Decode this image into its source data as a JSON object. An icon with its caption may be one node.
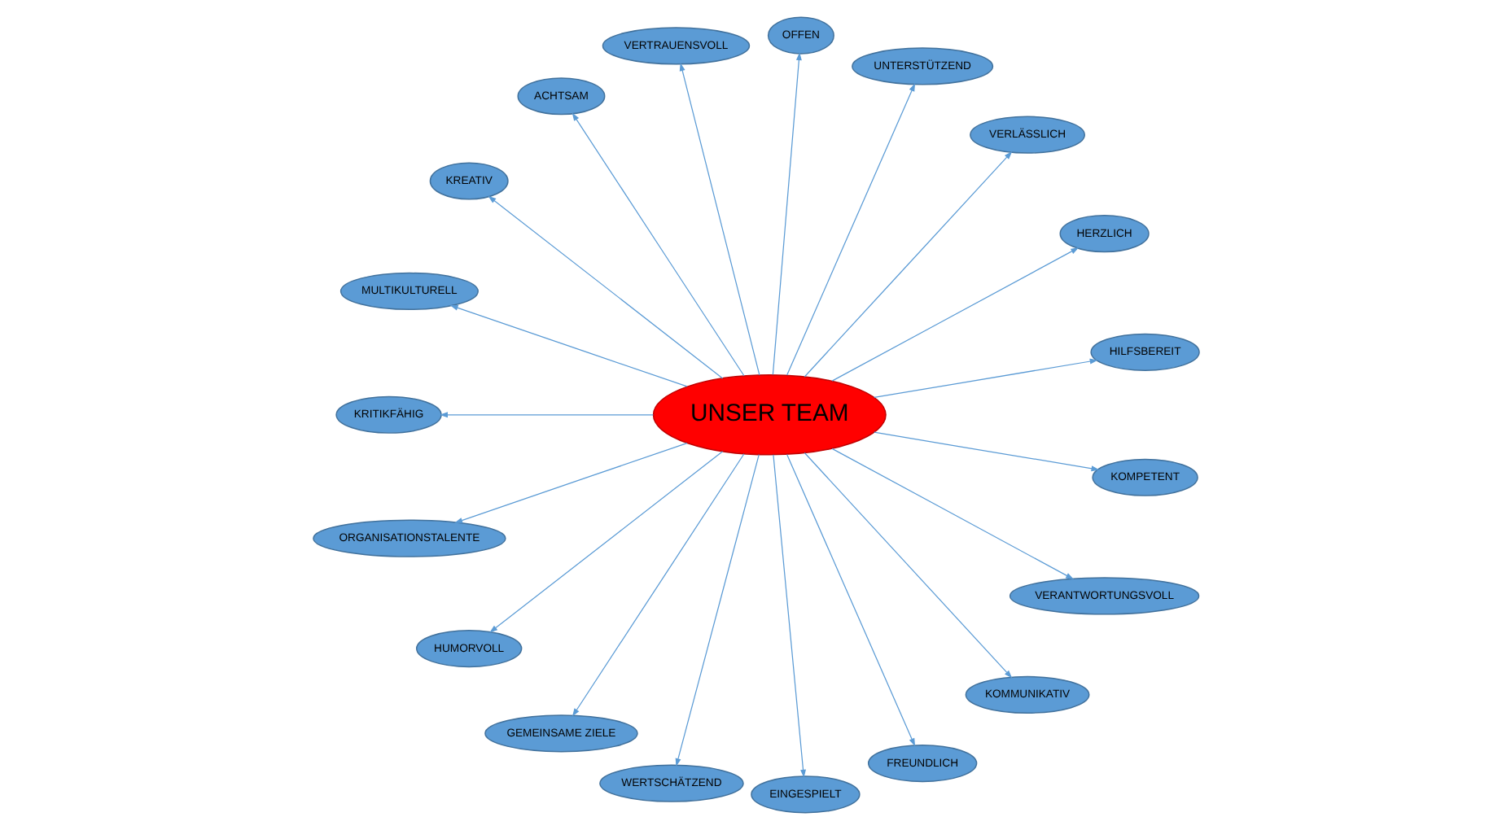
{
  "diagram": {
    "nodes": [
      {
        "text": [
          "UNSER TEAM"
        ]
      },
      {
        "text": [
          "HILFSBEREIT"
        ]
      },
      {
        "text": [
          "HERZLICH"
        ]
      },
      {
        "text": [
          "VERLÄSSLICH"
        ]
      },
      {
        "text": [
          "UNTERSTÜTZEND"
        ]
      },
      {
        "text": [
          "OFFEN"
        ]
      },
      {
        "text": [
          "VERTRAUENSVOLL"
        ]
      },
      {
        "text": [
          "ACHTSAM"
        ]
      },
      {
        "text": [
          "KREATIV"
        ]
      },
      {
        "text": [
          "MULTIKULTURELL"
        ]
      },
      {
        "text": [
          "KRITIKFÄHIG"
        ]
      },
      {
        "text": [
          "ORGANISATIONSTALENTE"
        ]
      },
      {
        "text": [
          "HUMORVOLL"
        ]
      },
      {
        "text": [
          "GEMEINSAME ZIELE"
        ]
      },
      {
        "text": [
          "WERTSCHÄTZEND"
        ]
      },
      {
        "text": [
          "EINGESPIELT"
        ]
      },
      {
        "text": [
          "FREUNDLICH"
        ]
      },
      {
        "text": [
          "KOMMUNIKATIV"
        ]
      },
      {
        "text": [
          "VERANTWORTUNGSVOLL"
        ]
      },
      {
        "text": [
          "KOMPETENT"
        ]
      }
    ],
    "edges": [
      {
        "from": 0,
        "to": 5,
        "arrow": "to"
      },
      {
        "from": 0,
        "to": 1,
        "arrow": "to"
      },
      {
        "from": 0,
        "to": 2,
        "arrow": "to"
      },
      {
        "from": 0,
        "to": 3,
        "arrow": "to"
      },
      {
        "from": 0,
        "to": 7,
        "arrow": "to"
      },
      {
        "from": 0,
        "to": 4,
        "arrow": "to"
      },
      {
        "from": 0,
        "to": 8,
        "arrow": "to"
      },
      {
        "from": 0,
        "to": 10,
        "arrow": "to"
      },
      {
        "from": 0,
        "to": 12,
        "arrow": "to"
      },
      {
        "from": 0,
        "to": 16,
        "arrow": "to"
      },
      {
        "from": 0,
        "to": 15,
        "arrow": "to"
      },
      {
        "from": 0,
        "to": 17,
        "arrow": "to"
      },
      {
        "from": 0,
        "to": 19,
        "arrow": "to"
      },
      {
        "from": 0,
        "to": 14,
        "arrow": "to"
      },
      {
        "from": 0,
        "to": 18,
        "arrow": "to"
      },
      {
        "from": 0,
        "to": 13,
        "arrow": "to"
      },
      {
        "from": 0,
        "to": 11,
        "arrow": "to"
      },
      {
        "from": 0,
        "to": 9,
        "arrow": "to"
      },
      {
        "from": 0,
        "to": 6,
        "arrow": "to"
      }
    ]
  }
}
